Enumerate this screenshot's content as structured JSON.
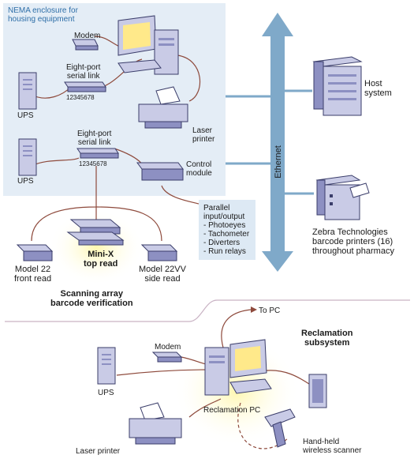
{
  "labels": {
    "nema": [
      "NEMA enclosure for",
      "housing equipment"
    ],
    "modem_top": "Modem",
    "serial_1": [
      "Eight-port",
      "serial link"
    ],
    "serial_2": [
      "Eight-port",
      "serial link"
    ],
    "ports": "12345678",
    "ups_1": "UPS",
    "ups_2": "UPS",
    "laser_top": [
      "Laser",
      "printer"
    ],
    "control": [
      "Control",
      "module"
    ],
    "io": [
      "Parallel",
      "input/output",
      "- Photoeyes",
      "- Tachometer",
      "- Diverters",
      "- Run relays"
    ],
    "ethernet": "Ethernet",
    "host": [
      "Host",
      "system"
    ],
    "zebra": [
      "Zebra Technologies",
      "barcode printers (16)",
      "throughout pharmacy"
    ],
    "model22": [
      "Model 22",
      "front read"
    ],
    "minix": [
      "Mini-X",
      "top read"
    ],
    "model22vv": [
      "Model 22VV",
      "side read"
    ],
    "scanning": [
      "Scanning array",
      "barcode verification"
    ],
    "to_pc": "To PC",
    "reclamation": [
      "Reclamation",
      "subsystem"
    ],
    "modem_bottom": "Modem",
    "ups_3": "UPS",
    "reclamation_pc": "Reclamation PC",
    "laser_bottom": "Laser printer",
    "handheld": [
      "Hand-held",
      "wireless scanner"
    ]
  },
  "colors": {
    "enclosure": "#e4edf6",
    "ethernet": "#7fa9c9",
    "cable": "#8e4a3c",
    "device_body": "#c9cbe6",
    "device_dark": "#8d90c2",
    "screen": "#ffe98a",
    "glow": "#fff6b8",
    "label_blue": "#2f6fa8"
  },
  "icons": [
    "computer-icon",
    "modem-icon",
    "switch-icon",
    "ups-icon",
    "printer-icon",
    "control-module-icon",
    "server-icon",
    "barcode-printer-icon",
    "scanner-icon",
    "handheld-scanner-icon"
  ]
}
